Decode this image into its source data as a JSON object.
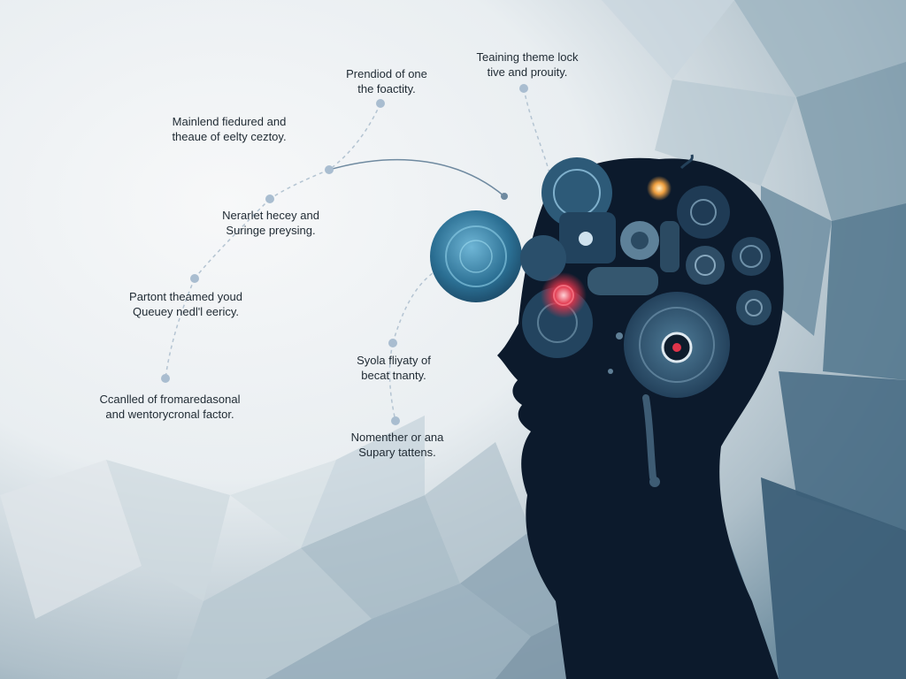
{
  "annotations": [
    {
      "id": "a1",
      "lines": [
        "Teaining theme lock",
        "tive and prouity."
      ]
    },
    {
      "id": "a2",
      "lines": [
        "Prendiod of one",
        "the foactity."
      ]
    },
    {
      "id": "a3",
      "lines": [
        "Mainlend fiedured and",
        "theaue of eelty ceztoy."
      ]
    },
    {
      "id": "a4",
      "lines": [
        "Nerarlet hecey and",
        "Suringe preysing."
      ]
    },
    {
      "id": "a5",
      "lines": [
        "Partont theamed youd",
        "Queuey nedl'l eericy."
      ]
    },
    {
      "id": "a6",
      "lines": [
        "Syola fliyaty of",
        "becat tnanty."
      ]
    },
    {
      "id": "a7",
      "lines": [
        "Ccanlled of fromaredasonal",
        "and wentorycronal factor."
      ]
    },
    {
      "id": "a8",
      "lines": [
        "Nomenther or ana",
        "Supary tattens."
      ]
    }
  ],
  "colors": {
    "background_light": "#f4f6f7",
    "polygon_blue": "#3f6a82",
    "silhouette": "#0c1a2c",
    "brain_blue": "#2f6a8c",
    "accent_red": "#e0344a",
    "accent_orange": "#f0a040",
    "connector": "#b4c4d2"
  }
}
